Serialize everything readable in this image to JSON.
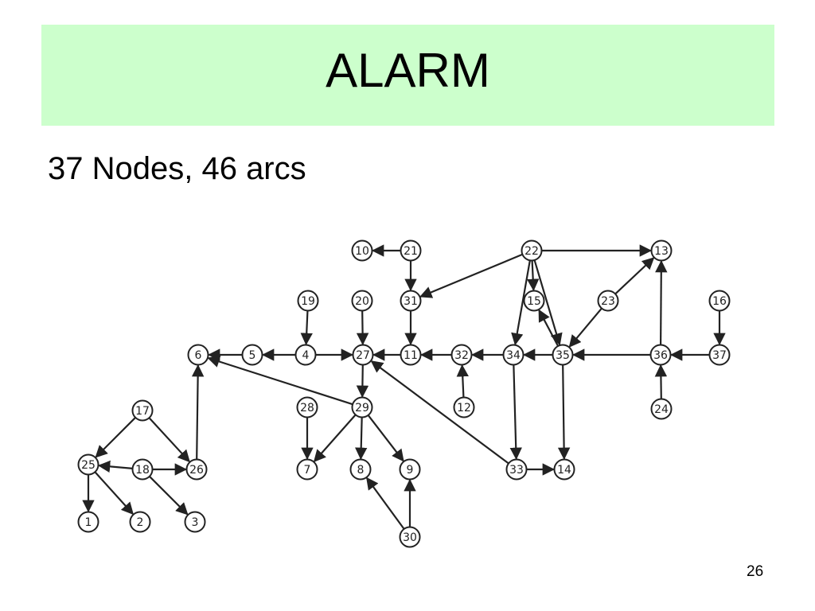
{
  "slide": {
    "title": "ALARM",
    "subtitle": "37 Nodes, 46 arcs",
    "page_number": "26"
  },
  "graph": {
    "nodes": [
      "1",
      "2",
      "3",
      "4",
      "5",
      "6",
      "7",
      "8",
      "9",
      "10",
      "11",
      "12",
      "13",
      "14",
      "15",
      "16",
      "17",
      "18",
      "19",
      "20",
      "21",
      "22",
      "23",
      "24",
      "25",
      "26",
      "27",
      "28",
      "29",
      "30",
      "31",
      "32",
      "33",
      "34",
      "35",
      "36",
      "37"
    ],
    "edges": [
      [
        "21",
        "10"
      ],
      [
        "21",
        "31"
      ],
      [
        "22",
        "31"
      ],
      [
        "22",
        "13"
      ],
      [
        "22",
        "15"
      ],
      [
        "22",
        "34"
      ],
      [
        "22",
        "35"
      ],
      [
        "23",
        "13"
      ],
      [
        "23",
        "35"
      ],
      [
        "36",
        "13"
      ],
      [
        "16",
        "37"
      ],
      [
        "19",
        "4"
      ],
      [
        "20",
        "27"
      ],
      [
        "31",
        "11"
      ],
      [
        "4",
        "5"
      ],
      [
        "4",
        "27"
      ],
      [
        "5",
        "6"
      ],
      [
        "11",
        "27"
      ],
      [
        "32",
        "11"
      ],
      [
        "34",
        "32"
      ],
      [
        "35",
        "34"
      ],
      [
        "35",
        "15"
      ],
      [
        "36",
        "35"
      ],
      [
        "37",
        "36"
      ],
      [
        "12",
        "32"
      ],
      [
        "24",
        "36"
      ],
      [
        "27",
        "29"
      ],
      [
        "29",
        "6"
      ],
      [
        "33",
        "27"
      ],
      [
        "34",
        "33"
      ],
      [
        "33",
        "14"
      ],
      [
        "35",
        "14"
      ],
      [
        "28",
        "7"
      ],
      [
        "29",
        "7"
      ],
      [
        "29",
        "8"
      ],
      [
        "29",
        "9"
      ],
      [
        "30",
        "8"
      ],
      [
        "30",
        "9"
      ],
      [
        "26",
        "6"
      ],
      [
        "17",
        "25"
      ],
      [
        "17",
        "26"
      ],
      [
        "18",
        "25"
      ],
      [
        "18",
        "26"
      ],
      [
        "18",
        "3"
      ],
      [
        "25",
        "1"
      ],
      [
        "25",
        "2"
      ]
    ]
  }
}
